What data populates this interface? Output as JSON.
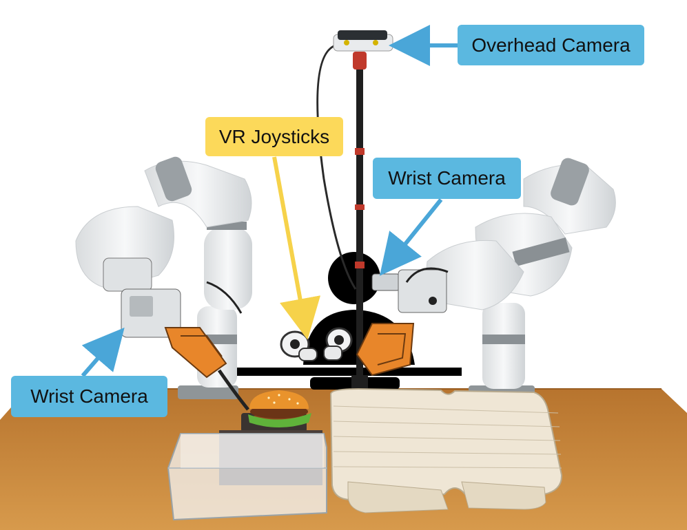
{
  "labels": {
    "overhead_camera": "Overhead Camera",
    "vr_joysticks": "VR Joysticks",
    "wrist_camera_right": "Wrist Camera",
    "wrist_camera_left": "Wrist Camera"
  },
  "colors": {
    "camera_label": "#5bb8e0",
    "camera_arrow": "#4aa6d8",
    "joystick_label": "#fcd95a",
    "joystick_arrow": "#f6d24a",
    "table": "#c98a3c",
    "robot_body": "#eef0f2",
    "gripper": "#e8862a",
    "operator_silhouette": "#000000"
  },
  "objects": [
    "overhead-camera",
    "camera-pole",
    "left-robot-arm",
    "right-robot-arm",
    "operator-silhouette",
    "vr-joystick-controllers",
    "burger",
    "plastic-container",
    "compostable-takeout-boxes",
    "wooden-table"
  ]
}
